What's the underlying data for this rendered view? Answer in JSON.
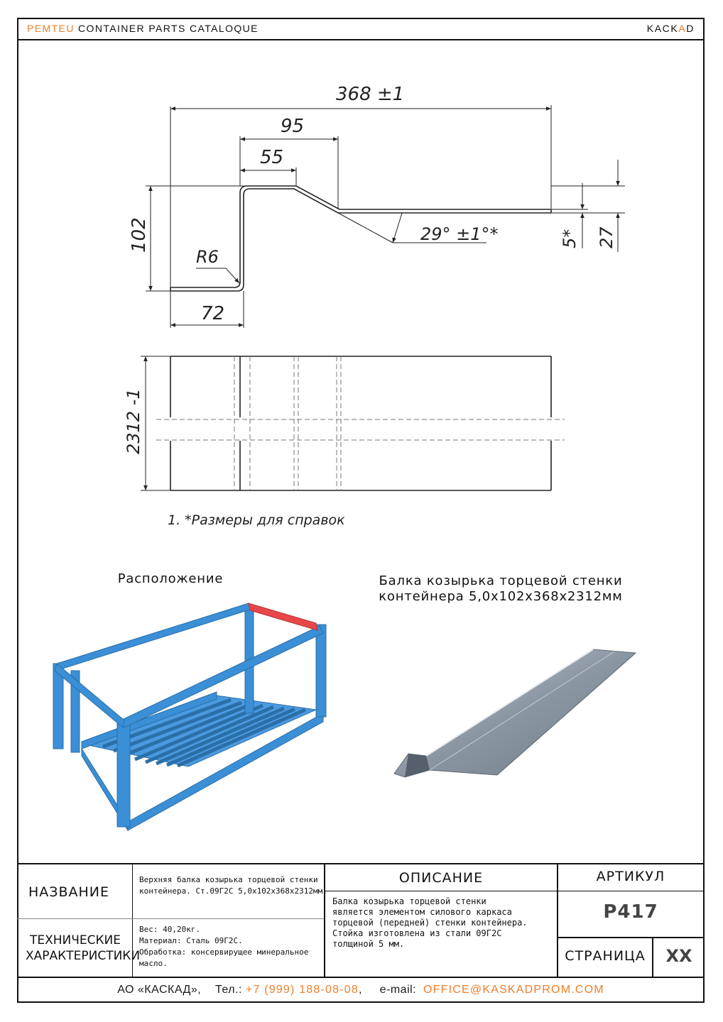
{
  "header": {
    "brand": "PEMTEU",
    "title": "CONTAINER PARTS CATALOQUE",
    "logo_a": "KACK",
    "logo_b": "A",
    "logo_c": "D"
  },
  "drawing": {
    "dim_overall": "368 ±1",
    "dim_95": "95",
    "dim_55": "55",
    "dim_102": "102",
    "dim_r6": "R6",
    "dim_72": "72",
    "dim_angle": "29° ±1°*",
    "dim_5": "5*",
    "dim_27": "27",
    "dim_length": "2312 -1",
    "note": "1. *Размеры для справок"
  },
  "captions": {
    "location": "Расположение",
    "part_line1": "Балка козырька торцевой стенки",
    "part_line2": "контейнера 5,0х102х368х2312мм"
  },
  "colors": {
    "frame_blue": "#3a8fd6",
    "highlight_red": "#e8474a",
    "accent_orange": "#f07d2a"
  },
  "table": {
    "name_label": "НАЗВАНИЕ",
    "name_value_line1": "Верхняя балка козырька торцевой стенки",
    "name_value_line2": "контейнера. Ст.09Г2С 5,0х102х368х2312мм.",
    "specs_label_line1": "ТЕХНИЧЕСКИЕ",
    "specs_label_line2": "ХАРАКТЕРИСТИКИ",
    "specs_line1": "Вес: 40,20кг.",
    "specs_line2": "Материал: Сталь 09Г2С.",
    "specs_line3": "Обработка: консервирущее минеральное",
    "specs_line4": "масло.",
    "desc_label": "ОПИСАНИЕ",
    "desc_line1": "Балка козырька торцевой стенки",
    "desc_line2": "является элементом силового каркаса",
    "desc_line3": "торцевой (передней) стенки контейнера.",
    "desc_line4": "Стойка  изготовлена из стали 09Г2С",
    "desc_line5": "толщиной 5 мм.",
    "article_label": "АРТИКУЛ",
    "article_value": "Р417",
    "page_label": "СТРАНИЦА",
    "page_value": "XX"
  },
  "footer": {
    "company": "АО «КАСКАД»,",
    "tel_label": "Тел.:",
    "tel": "+7 (999) 188-08-08",
    "email_label": "e-mail:",
    "email": "OFFICE@KASKADPROM.COM"
  }
}
